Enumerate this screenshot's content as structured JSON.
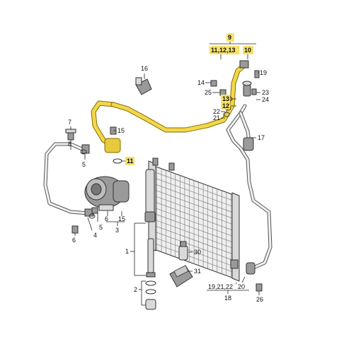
{
  "labels": {
    "l9": "9",
    "l11_12_13": "11,12,13",
    "l10": "10",
    "l16": "16",
    "l14": "14",
    "l19": "19",
    "l25": "25",
    "l23": "23",
    "l13": "13",
    "l24": "24",
    "l12": "12",
    "l22": "22",
    "l21": "21",
    "l7": "7",
    "l15a": "15",
    "l17": "17",
    "l8": "8",
    "l11": "11",
    "l5a": "5",
    "l6a": "6",
    "l15b": "15",
    "l5b": "5",
    "l3": "3",
    "l4": "4",
    "l6b": "6",
    "l1": "1",
    "l30": "30",
    "l31": "31",
    "l2": "2",
    "l19_21_22": "19,21,22",
    "l20": "20",
    "l18": "18",
    "l26": "26"
  },
  "colors": {
    "highlight": "#f7e26b",
    "highlighted_pipe": "#f2d84a",
    "line": "#222222"
  }
}
